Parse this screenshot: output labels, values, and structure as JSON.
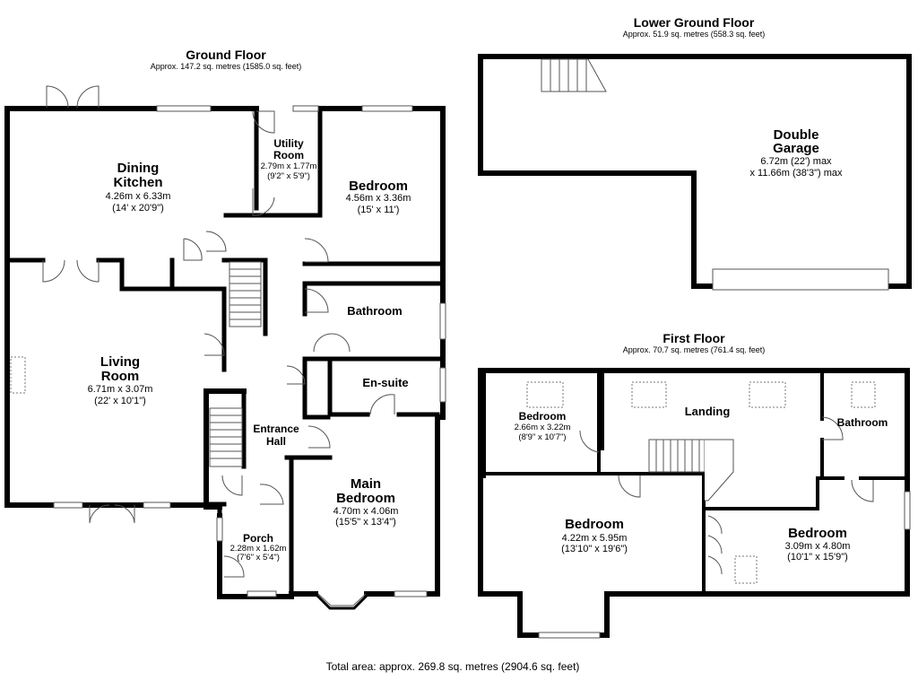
{
  "total_area": "Total area: approx. 269.8 sq. metres (2904.6 sq. feet)",
  "floors": {
    "ground": {
      "title": "Ground Floor",
      "area": "Approx. 147.2 sq. metres (1585.0 sq. feet)"
    },
    "lower_ground": {
      "title": "Lower Ground Floor",
      "area": "Approx. 51.9 sq. metres (558.3 sq. feet)"
    },
    "first": {
      "title": "First Floor",
      "area": "Approx. 70.7 sq. metres (761.4 sq. feet)"
    }
  },
  "rooms": {
    "dining_kitchen": {
      "name_1": "Dining",
      "name_2": "Kitchen",
      "metric": "4.26m x 6.33m",
      "imperial": "(14' x 20'9\")"
    },
    "utility_room": {
      "name_1": "Utility",
      "name_2": "Room",
      "metric": "2.79m x 1.77m",
      "imperial": "(9'2\" x 5'9\")"
    },
    "bedroom_ground": {
      "name": "Bedroom",
      "metric": "4.56m x 3.36m",
      "imperial": "(15' x 11')"
    },
    "bathroom_ground": {
      "name": "Bathroom"
    },
    "living_room": {
      "name_1": "Living",
      "name_2": "Room",
      "metric": "6.71m x 3.07m",
      "imperial": "(22' x 10'1\")"
    },
    "en_suite": {
      "name": "En-suite"
    },
    "entrance_hall": {
      "name_1": "Entrance",
      "name_2": "Hall"
    },
    "main_bedroom": {
      "name_1": "Main",
      "name_2": "Bedroom",
      "metric": "4.70m x 4.06m",
      "imperial": "(15'5\" x 13'4\")"
    },
    "porch": {
      "name": "Porch",
      "metric": "2.28m x 1.62m",
      "imperial": "(7'6\" x 5'4\")"
    },
    "double_garage": {
      "name_1": "Double",
      "name_2": "Garage",
      "line_1": "6.72m (22') max",
      "line_2": "x 11.66m (38'3\") max"
    },
    "bedroom_first_small": {
      "name": "Bedroom",
      "metric": "2.66m x 3.22m",
      "imperial": "(8'9\" x 10'7\")"
    },
    "landing": {
      "name": "Landing"
    },
    "bathroom_first": {
      "name": "Bathroom"
    },
    "bedroom_first_large": {
      "name": "Bedroom",
      "metric": "4.22m x 5.95m",
      "imperial": "(13'10\" x 19'6\")"
    },
    "bedroom_first_right": {
      "name": "Bedroom",
      "metric": "3.09m x 4.80m",
      "imperial": "(10'1\" x 15'9\")"
    }
  },
  "colors": {
    "wall": "#000000",
    "window": "#ffffff",
    "fixture_line": "#777777"
  }
}
